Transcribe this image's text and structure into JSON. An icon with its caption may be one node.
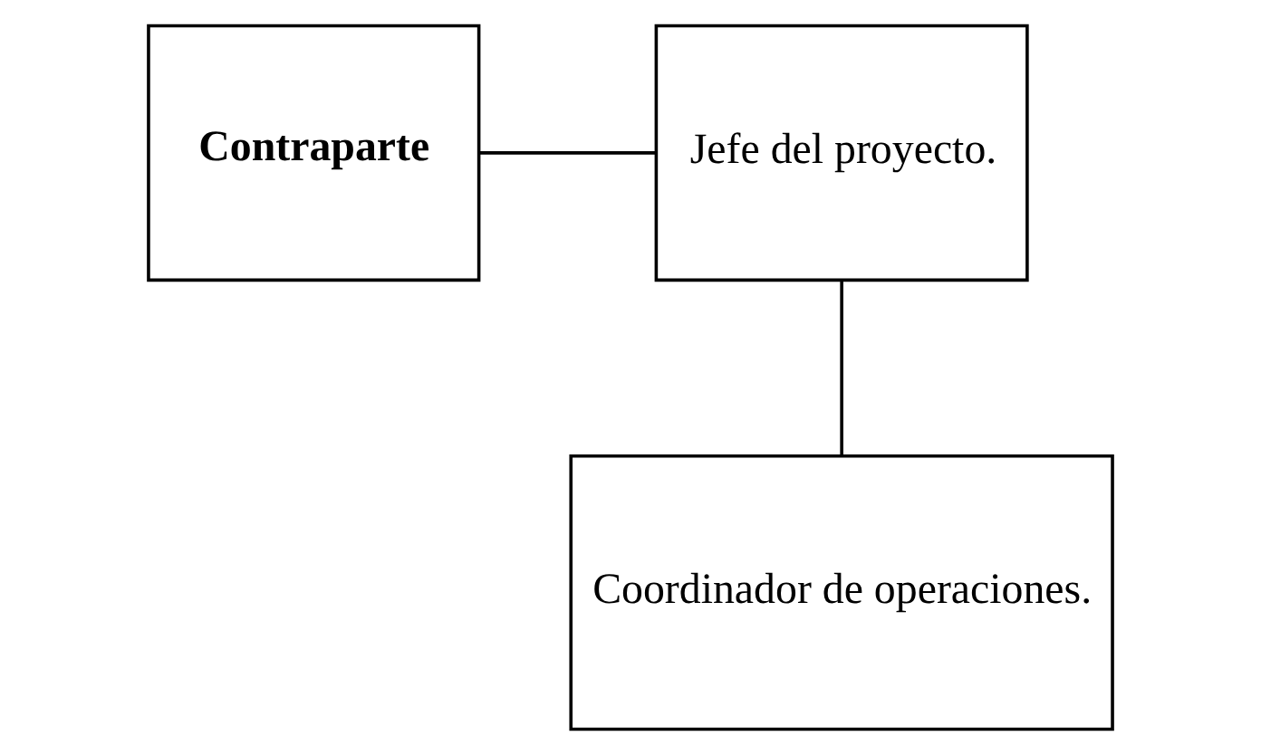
{
  "diagram": {
    "nodes": [
      {
        "text": [
          "Contraparte"
        ]
      },
      {
        "text": [
          "Jefe del proyecto."
        ]
      },
      {
        "text": [
          "Coordinador de operaciones."
        ]
      }
    ],
    "edges": [
      {
        "from": 0,
        "to": 1,
        "arrow": "none"
      },
      {
        "from": 1,
        "to": 2,
        "arrow": "none"
      }
    ]
  }
}
